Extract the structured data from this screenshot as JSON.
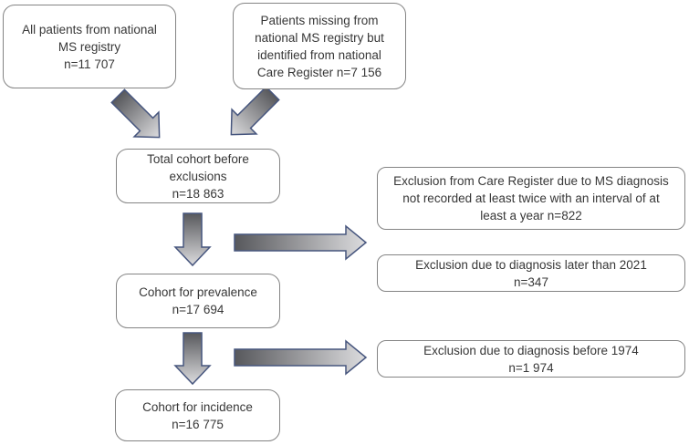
{
  "figure": {
    "title": "MS registry cohort selection flowchart",
    "background_color": "#ffffff",
    "box_border_color": "#848484",
    "text_color": "#373737"
  },
  "colors": {
    "arrow_border": "#47567e",
    "arrow_gradient_from": "#57585c",
    "arrow_gradient_to": "#dcdcde"
  },
  "boxes": [
    {
      "id": "ms-registry",
      "lines": [
        "All patients from national",
        "MS registry",
        "n=11 707"
      ]
    },
    {
      "id": "care-register",
      "lines": [
        "Patients missing from",
        "national MS registry but",
        "identified from national",
        "Care Register n=7 156"
      ]
    },
    {
      "id": "total-cohort",
      "lines": [
        "Total cohort before",
        "exclusions",
        "n=18 863"
      ]
    },
    {
      "id": "prevalence",
      "lines": [
        "Cohort for prevalence",
        "n=17 694"
      ]
    },
    {
      "id": "incidence",
      "lines": [
        "Cohort for incidence",
        "n=16 775"
      ]
    },
    {
      "id": "exclusion-care-register",
      "lines": [
        "Exclusion from Care Register due to MS diagnosis",
        "not recorded at least twice with an interval of at",
        "least a year n=822"
      ]
    },
    {
      "id": "exclusion-later-2021",
      "lines": [
        "Exclusion due to diagnosis later than 2021",
        "n=347"
      ]
    },
    {
      "id": "exclusion-before-1974",
      "lines": [
        "Exclusion due to diagnosis before 1974",
        "n=1 974"
      ]
    }
  ],
  "arrows": [
    {
      "name": "registry-to-total",
      "from": "ms-registry",
      "to": "total-cohort",
      "direction": "down-right"
    },
    {
      "name": "care-register-to-total",
      "from": "care-register",
      "to": "total-cohort",
      "direction": "down-left"
    },
    {
      "name": "total-to-prevalence",
      "from": "total-cohort",
      "to": "prevalence",
      "direction": "down"
    },
    {
      "name": "total-to-exclusions",
      "from": "total-cohort",
      "to": "exclusion-care-register",
      "direction": "right"
    },
    {
      "name": "prevalence-to-incidence",
      "from": "prevalence",
      "to": "incidence",
      "direction": "down"
    },
    {
      "name": "prevalence-to-exclusion-1974",
      "from": "prevalence",
      "to": "exclusion-before-1974",
      "direction": "right"
    }
  ]
}
